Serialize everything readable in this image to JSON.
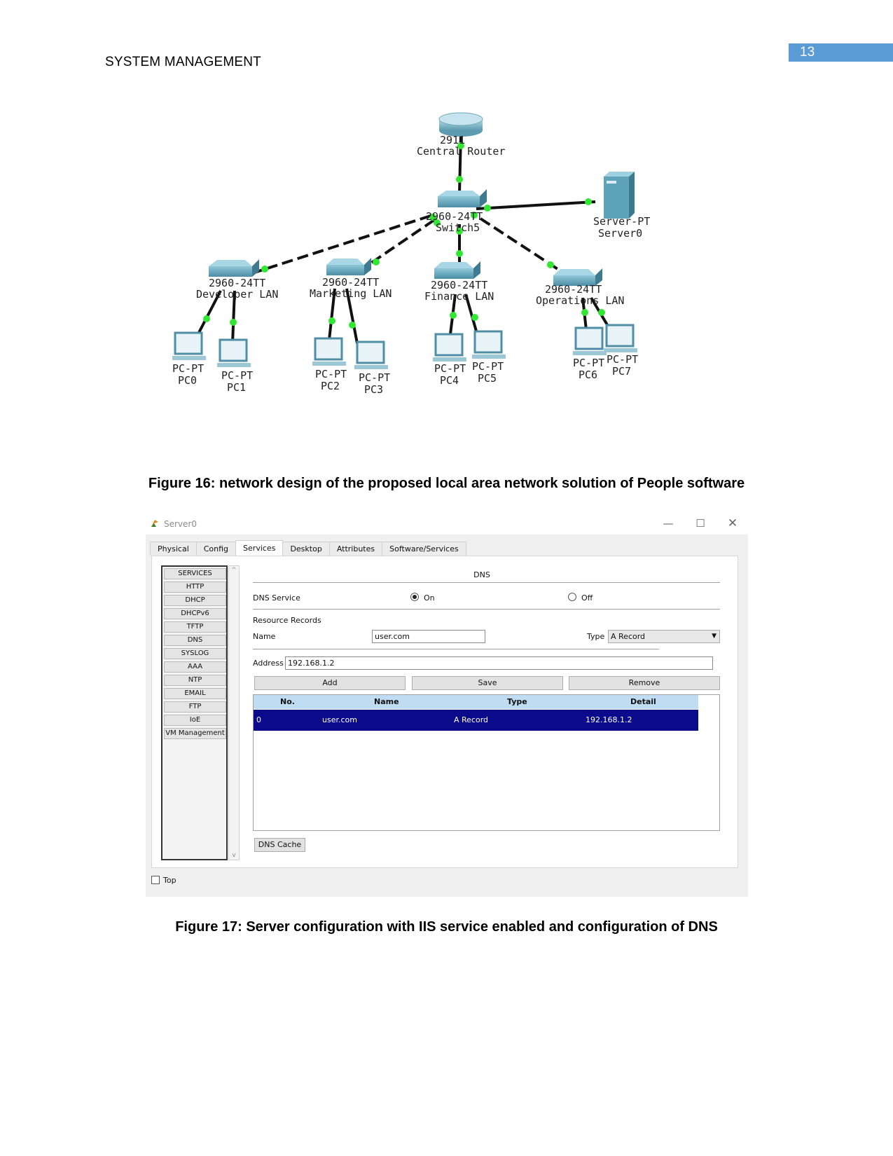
{
  "header": {
    "running_title": "SYSTEM MANAGEMENT",
    "page_number": "13"
  },
  "figure16": {
    "caption": "Figure 16: network design of the proposed local area network solution of People software",
    "devices": {
      "router": {
        "model": "2911",
        "name": "Central Router"
      },
      "core_switch": {
        "model": "2960-24TT",
        "name": "Switch5"
      },
      "server": {
        "model": "Server-PT",
        "name": "Server0"
      },
      "switches": [
        {
          "model": "2960-24TT",
          "name": "Developer LAN"
        },
        {
          "model": "2960-24TT",
          "name": "Marketing LAN"
        },
        {
          "model": "2960-24TT",
          "name": "Finance LAN"
        },
        {
          "model": "2960-24TT",
          "name": "Operations LAN"
        }
      ],
      "pcs": [
        {
          "model": "PC-PT",
          "name": "PC0"
        },
        {
          "model": "PC-PT",
          "name": "PC1"
        },
        {
          "model": "PC-PT",
          "name": "PC2"
        },
        {
          "model": "PC-PT",
          "name": "PC3"
        },
        {
          "model": "PC-PT",
          "name": "PC4"
        },
        {
          "model": "PC-PT",
          "name": "PC5"
        },
        {
          "model": "PC-PT",
          "name": "PC6"
        },
        {
          "model": "PC-PT",
          "name": "PC7"
        }
      ]
    }
  },
  "figure17": {
    "caption": "Figure 17: Server configuration with IIS service enabled and configuration of DNS",
    "window": {
      "title": "Server0",
      "controls": {
        "minimize": "—",
        "maximize": "☐",
        "close": "✕"
      },
      "tabs": [
        "Physical",
        "Config",
        "Services",
        "Desktop",
        "Attributes",
        "Software/Services"
      ],
      "active_tab": "Services",
      "services": [
        "SERVICES",
        "HTTP",
        "DHCP",
        "DHCPv6",
        "TFTP",
        "DNS",
        "SYSLOG",
        "AAA",
        "NTP",
        "EMAIL",
        "FTP",
        "IoE",
        "VM Management"
      ],
      "scroll_up": "^",
      "scroll_down": "v",
      "dns": {
        "heading": "DNS",
        "service_label": "DNS Service",
        "on_label": "On",
        "off_label": "Off",
        "selected": "On",
        "resource_records_label": "Resource Records",
        "name_label": "Name",
        "name_value": "user.com",
        "type_label": "Type",
        "type_value": "A Record",
        "address_label": "Address",
        "address_value": "192.168.1.2",
        "buttons": {
          "add": "Add",
          "save": "Save",
          "remove": "Remove"
        },
        "table": {
          "columns": [
            "No.",
            "Name",
            "Type",
            "Detail"
          ],
          "rows": [
            {
              "no": "0",
              "name": "user.com",
              "type": "A Record",
              "detail": "192.168.1.2"
            }
          ]
        },
        "cache_button": "DNS Cache"
      },
      "top_checkbox_label": "Top"
    }
  }
}
